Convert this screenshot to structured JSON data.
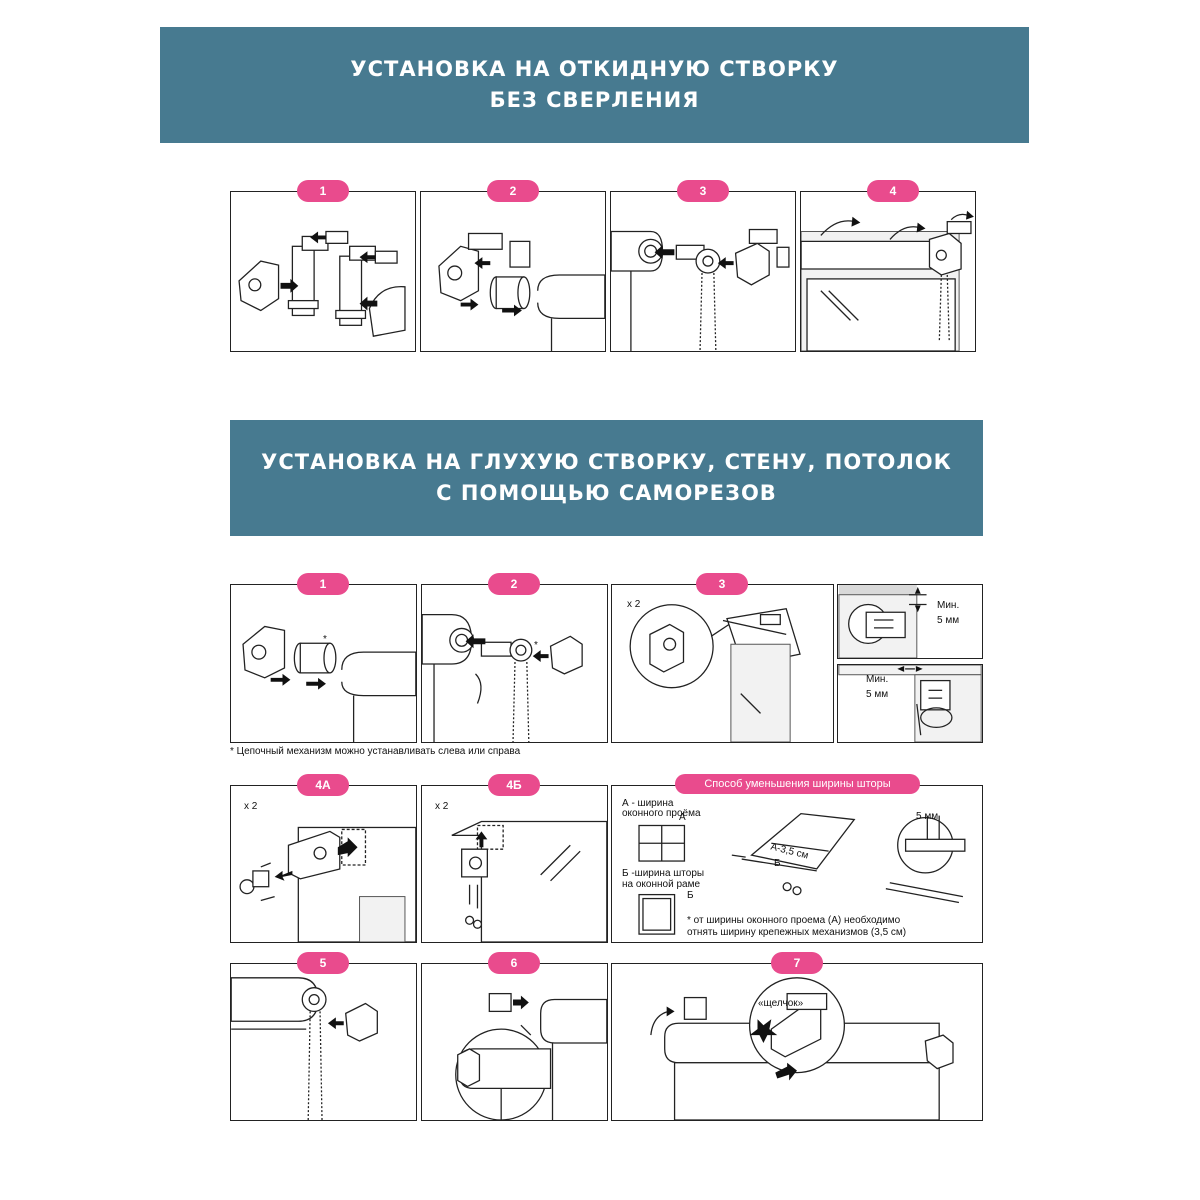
{
  "section1": {
    "title_line1": "УСТАНОВКА НА ОТКИДНУЮ СТВОРКУ",
    "title_line2": "БЕЗ СВЕРЛЕНИЯ",
    "steps": [
      "1",
      "2",
      "3",
      "4"
    ]
  },
  "section2": {
    "title_line1": "УСТАНОВКА НА ГЛУХУЮ СТВОРКУ, СТЕНУ, ПОТОЛОК",
    "title_line2": "С ПОМОЩЬЮ САМОРЕЗОВ",
    "steps": [
      "1",
      "2",
      "3",
      "4А",
      "4Б",
      "5",
      "6",
      "7"
    ],
    "footnote": "* Цепочный механизм можно устанавливать слева или справа",
    "asterisk": "*",
    "times2": "х 2",
    "min_label": "Мин.",
    "min_value": "5 мм",
    "reduce_title": "Способ уменьшения ширины шторы",
    "a_line1": "А - ширина",
    "a_line2": "оконного проёма",
    "b_line1": "Б -ширина  шторы",
    "b_line2": "на оконной раме",
    "formula": "А-3,5 см",
    "b_letter": "Б",
    "a_letter": "А",
    "five_mm": "5 мм",
    "reduce_note1": "* от ширины оконного проема (А) необходимо",
    "reduce_note2": "отнять ширину крепежных механизмов (3,5 см)",
    "click": "«щелчок»"
  },
  "colors": {
    "banner": "#477a90",
    "badge": "#e94b8d"
  }
}
